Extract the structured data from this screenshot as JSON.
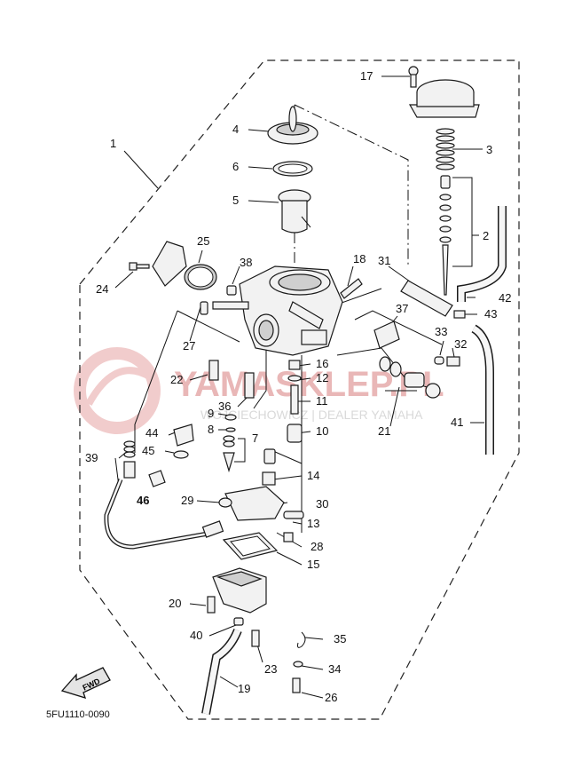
{
  "diagram_code": "5FU1110-0090",
  "fwd_badge": "FWD",
  "watermark": {
    "brand": "YAMASKLEP.PL",
    "sub": "WOJCIECHOWICZ | DEALER YAMAHA"
  },
  "callouts": {
    "c1": "1",
    "c2": "2",
    "c3": "3",
    "c4": "4",
    "c5": "5",
    "c6": "6",
    "c7": "7",
    "c8": "8",
    "c9": "9",
    "c10": "10",
    "c11": "11",
    "c12": "12",
    "c13": "13",
    "c14": "14",
    "c15": "15",
    "c16": "16",
    "c17": "17",
    "c18": "18",
    "c19": "19",
    "c20": "20",
    "c21": "21",
    "c22": "22",
    "c23": "23",
    "c24": "24",
    "c25": "25",
    "c26": "26",
    "c27": "27",
    "c28": "28",
    "c29": "29",
    "c30": "30",
    "c31": "31",
    "c32": "32",
    "c33": "33",
    "c34": "34",
    "c35": "35",
    "c36": "36",
    "c37": "37",
    "c38": "38",
    "c39": "39",
    "c40": "40",
    "c41": "41",
    "c42": "42",
    "c43": "43",
    "c44": "44",
    "c45": "45",
    "c46": "46"
  }
}
